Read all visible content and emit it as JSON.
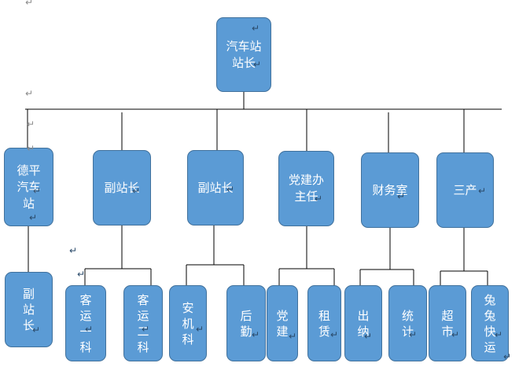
{
  "palette": {
    "box_fill": "#5b9bd5",
    "box_border": "#41719c",
    "line": "#000000",
    "text": "#ffffff",
    "mark": "#8a8a8a",
    "spell_underline": "#e02020"
  },
  "mark_glyph": "↵",
  "nodes": [
    {
      "id": "root",
      "text": "汽车站\n站长",
      "level": 0
    },
    {
      "id": "depingzhan",
      "text": "德平\n汽车\n站",
      "level": 1
    },
    {
      "id": "vice1",
      "text": "副站长",
      "level": 1
    },
    {
      "id": "vice2",
      "text": "副站长",
      "level": 1
    },
    {
      "id": "party",
      "text": "党建办\n主任",
      "level": 1
    },
    {
      "id": "finance",
      "text": "财务室",
      "level": 1
    },
    {
      "id": "sanchan",
      "text": "三产",
      "level": 1
    },
    {
      "id": "dp_vice",
      "text": "副\n站\n长",
      "level": 2
    },
    {
      "id": "keyun1",
      "text": "客\n运\n一\n科",
      "level": 2
    },
    {
      "id": "keyun2",
      "text": "客\n运\n二\n科",
      "level": 2
    },
    {
      "id": "anji",
      "text": "安\n机\n科",
      "level": 2
    },
    {
      "id": "houqin",
      "text": "后\n勤",
      "level": 2
    },
    {
      "id": "dangjian",
      "text": "党\n建",
      "level": 2
    },
    {
      "id": "zulin",
      "text": "租\n赁",
      "level": 2
    },
    {
      "id": "chuna",
      "text": "出\n纳",
      "level": 2
    },
    {
      "id": "tongji",
      "text": "统\n计",
      "level": 2
    },
    {
      "id": "chaoshi",
      "text": "超\n市",
      "level": 2
    },
    {
      "id": "tumian",
      "text": "兔\n兔\n快\n运",
      "level": 2
    }
  ],
  "edges": [
    {
      "from": "root",
      "to": "depingzhan"
    },
    {
      "from": "root",
      "to": "vice1"
    },
    {
      "from": "root",
      "to": "vice2"
    },
    {
      "from": "root",
      "to": "party"
    },
    {
      "from": "root",
      "to": "finance"
    },
    {
      "from": "root",
      "to": "sanchan"
    },
    {
      "from": "depingzhan",
      "to": "dp_vice"
    },
    {
      "from": "vice1",
      "to": "keyun1"
    },
    {
      "from": "vice1",
      "to": "keyun2"
    },
    {
      "from": "vice2",
      "to": "anji"
    },
    {
      "from": "vice2",
      "to": "houqin"
    },
    {
      "from": "party",
      "to": "dangjian"
    },
    {
      "from": "party",
      "to": "zulin"
    },
    {
      "from": "finance",
      "to": "chuna"
    },
    {
      "from": "finance",
      "to": "tongji"
    },
    {
      "from": "sanchan",
      "to": "chaoshi"
    },
    {
      "from": "sanchan",
      "to": "tumian"
    }
  ]
}
